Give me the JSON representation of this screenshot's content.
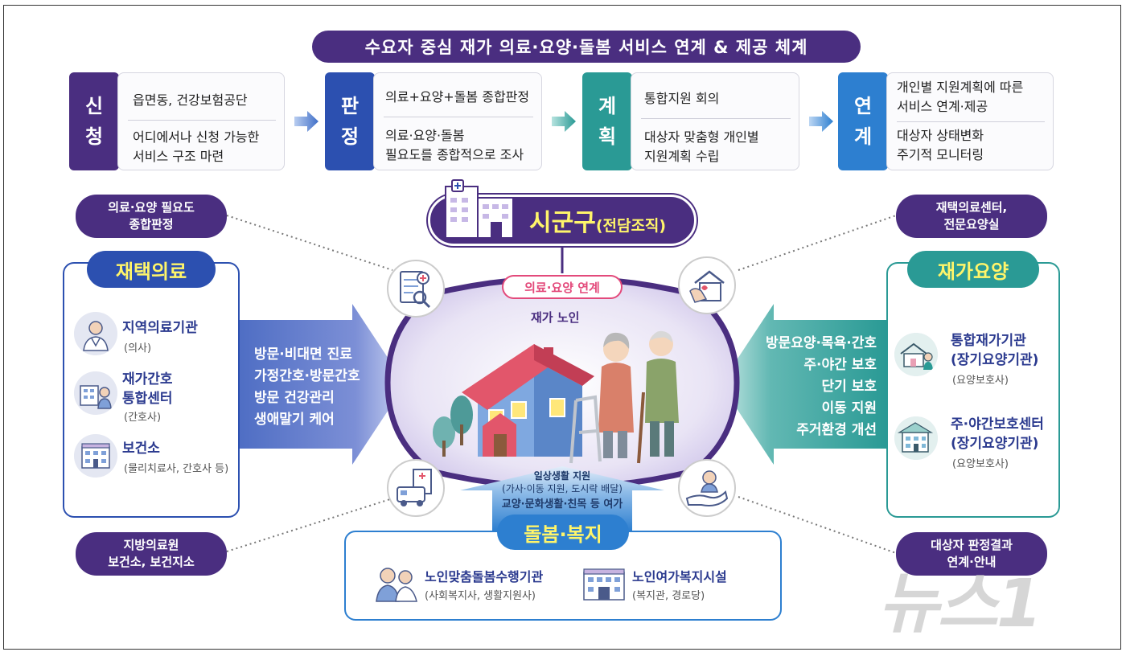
{
  "title": "수요자 중심 재가 의료·요양·돌봄 서비스 연계 & 제공 체계",
  "colors": {
    "purple": "#4a2e80",
    "blue": "#2c50b0",
    "teal": "#2a9a95",
    "sky": "#2d7fd0",
    "yellow": "#fff56a"
  },
  "steps": [
    {
      "tag": [
        "신",
        "청"
      ],
      "lines": [
        "읍면동, 건강보험공단",
        "어디에서나 신청 가능한",
        "서비스 구조 마련"
      ]
    },
    {
      "tag": [
        "판",
        "정"
      ],
      "lines": [
        "의료+요양+돌봄 종합판정",
        "의료·요양·돌봄",
        "필요도를 종합적으로 조사"
      ]
    },
    {
      "tag": [
        "계",
        "획"
      ],
      "lines": [
        "통합지원 회의",
        "대상자 맞춤형 개인별",
        "지원계획 수립"
      ]
    },
    {
      "tag": [
        "연",
        "계"
      ],
      "lines": [
        "개인별 지원계획에 따른",
        "서비스 연계·제공",
        "대상자 상태변화",
        "주기적 모니터링"
      ]
    }
  ],
  "pills": {
    "top_left": [
      "의료·요양 필요도",
      "종합판정"
    ],
    "top_right": [
      "재택의료센터,",
      "전문요양실"
    ],
    "bottom_left": [
      "지방의료원",
      "보건소, 보건지소"
    ],
    "bottom_right": [
      "대상자 판정결과",
      "연계·안내"
    ]
  },
  "center": {
    "title_main": "시군구",
    "title_sub": "(전담조직)",
    "link_label": "의료·요양 연계",
    "subject": "재가 노인"
  },
  "left_panel": {
    "header": "재택의료",
    "orgs": [
      {
        "name": [
          "지역의료기관"
        ],
        "sub": "(의사)",
        "icon": "doctor-icon"
      },
      {
        "name": [
          "재가간호",
          "통합센터"
        ],
        "sub": "(간호사)",
        "icon": "nurse-center-icon"
      },
      {
        "name": [
          "보건소"
        ],
        "sub": "(물리치료사, 간호사 등)",
        "icon": "health-center-icon"
      }
    ],
    "services": [
      "방문·비대면 진료",
      "가정간호·방문간호",
      "방문 건강관리",
      "생애말기 케어"
    ]
  },
  "right_panel": {
    "header": "재가요양",
    "orgs": [
      {
        "name": [
          "통합재가기관",
          "(장기요양기관)"
        ],
        "sub": "(요양보호사)",
        "icon": "home-care-icon"
      },
      {
        "name": [
          "주·야간보호센터",
          "(장기요양기관)"
        ],
        "sub": "(요양보호사)",
        "icon": "day-care-icon"
      }
    ],
    "services": [
      "방문요양·목욕·간호",
      "주·야간 보호",
      "단기 보호",
      "이동 지원",
      "주거환경 개선"
    ]
  },
  "bottom_panel": {
    "header": "돌봄·복지",
    "arrow_lines": [
      "일상생활 지원",
      "(가사·이동 지원, 도시락 배달)",
      "교양·문화생활·친목 등 여가"
    ],
    "orgs": [
      {
        "name": "노인맞춤돌봄수행기관",
        "sub": "(사회복지사, 생활지원사)",
        "icon": "caregivers-icon"
      },
      {
        "name": "노인여가복지시설",
        "sub": "(복지관, 경로당)",
        "icon": "welfare-facility-icon"
      }
    ]
  },
  "watermark": "뉴스1"
}
